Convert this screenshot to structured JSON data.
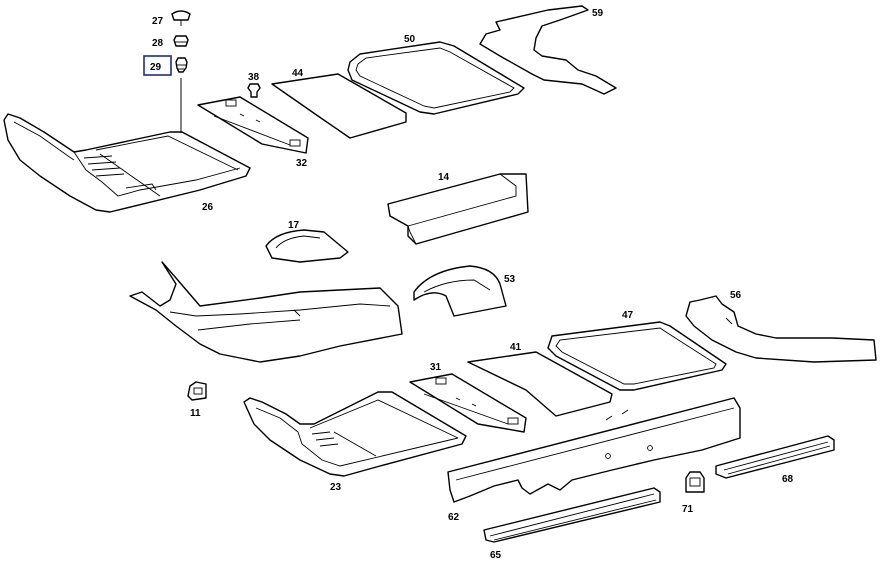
{
  "diagram": {
    "highlighted_part": "29",
    "colors": {
      "line": "#000000",
      "highlight_box": "#1a2f8c",
      "background": "#ffffff"
    },
    "callouts": {
      "c27": "27",
      "c28": "28",
      "c29": "29",
      "c38": "38",
      "c44": "44",
      "c50": "50",
      "c59": "59",
      "c32": "32",
      "c26": "26",
      "c14": "14",
      "c17": "17",
      "c53": "53",
      "c56": "56",
      "c47": "47",
      "c41": "41",
      "c31": "31",
      "c11": "11",
      "c23": "23",
      "c62": "62",
      "c71": "71",
      "c68": "68",
      "c65": "65"
    }
  }
}
